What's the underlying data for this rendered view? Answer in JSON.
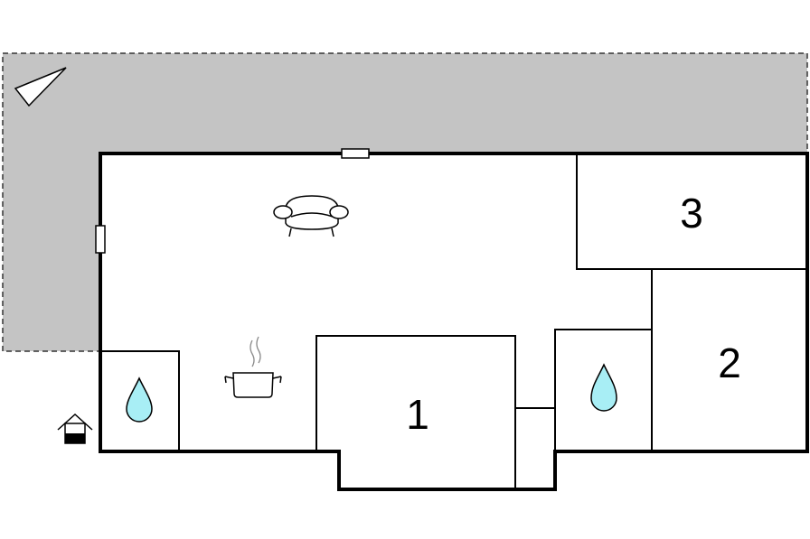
{
  "floorplan": {
    "rooms": [
      {
        "id": "bedroom-1",
        "label": "1"
      },
      {
        "id": "bedroom-2",
        "label": "2"
      },
      {
        "id": "bedroom-3",
        "label": "3"
      }
    ],
    "icons": [
      {
        "name": "compass-icon"
      },
      {
        "name": "sofa-icon"
      },
      {
        "name": "cooking-pot-icon"
      },
      {
        "name": "water-drop-icon"
      },
      {
        "name": "water-drop-icon"
      },
      {
        "name": "entrance-icon"
      }
    ],
    "colors": {
      "terrace": "#c4c4c4",
      "wall": "#000000",
      "water": "#a8eef5",
      "background": "#ffffff"
    }
  }
}
